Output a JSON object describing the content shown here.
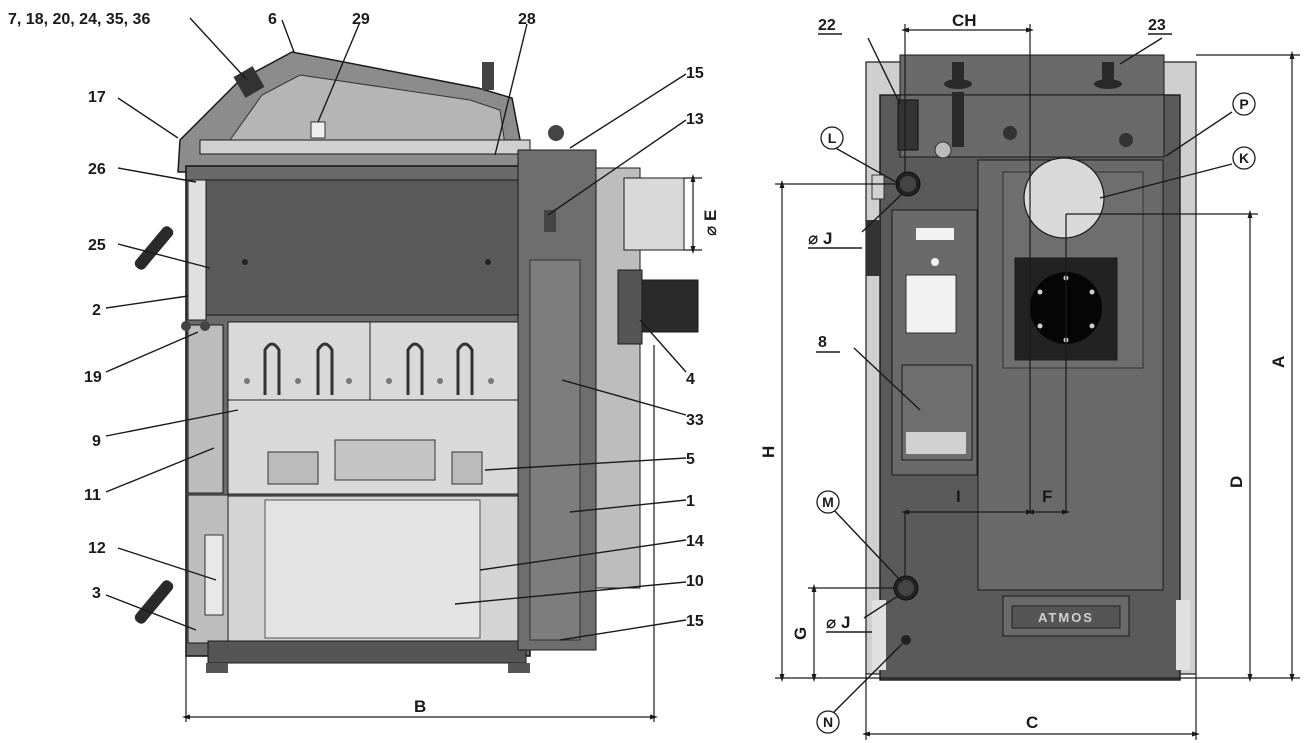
{
  "side_view": {
    "callouts": {
      "c7": "7, 18, 20, 24, 35, 36",
      "c6": "6",
      "c29": "29",
      "c28": "28",
      "c15a": "15",
      "c13": "13",
      "c17": "17",
      "c26": "26",
      "c25": "25",
      "c2": "2",
      "c19": "19",
      "c4": "4",
      "c33": "33",
      "c9": "9",
      "c11": "11",
      "c5": "5",
      "c1": "1",
      "c14": "14",
      "c12": "12",
      "c10": "10",
      "c3": "3",
      "c15b": "15"
    },
    "dims": {
      "E": "⌀ E",
      "B": "B"
    }
  },
  "back_view": {
    "callouts": {
      "c22": "22",
      "c23": "23",
      "cL": "L",
      "cK": "K",
      "cP": "P",
      "c8": "8",
      "cM": "M",
      "cN": "N"
    },
    "dims": {
      "CH": "CH",
      "J1": "⌀ J",
      "J2": "⌀ J",
      "H": "H",
      "A": "A",
      "D": "D",
      "I": "I",
      "F": "F",
      "G": "G",
      "C": "C"
    },
    "brand": "ATMOS"
  },
  "colors": {
    "casing_dark": "#5a5a5a",
    "casing_mid": "#8c8c8c",
    "casing_light": "#cfcfcf",
    "chamber": "#d9d9d9",
    "line": "#1a1a1a"
  }
}
